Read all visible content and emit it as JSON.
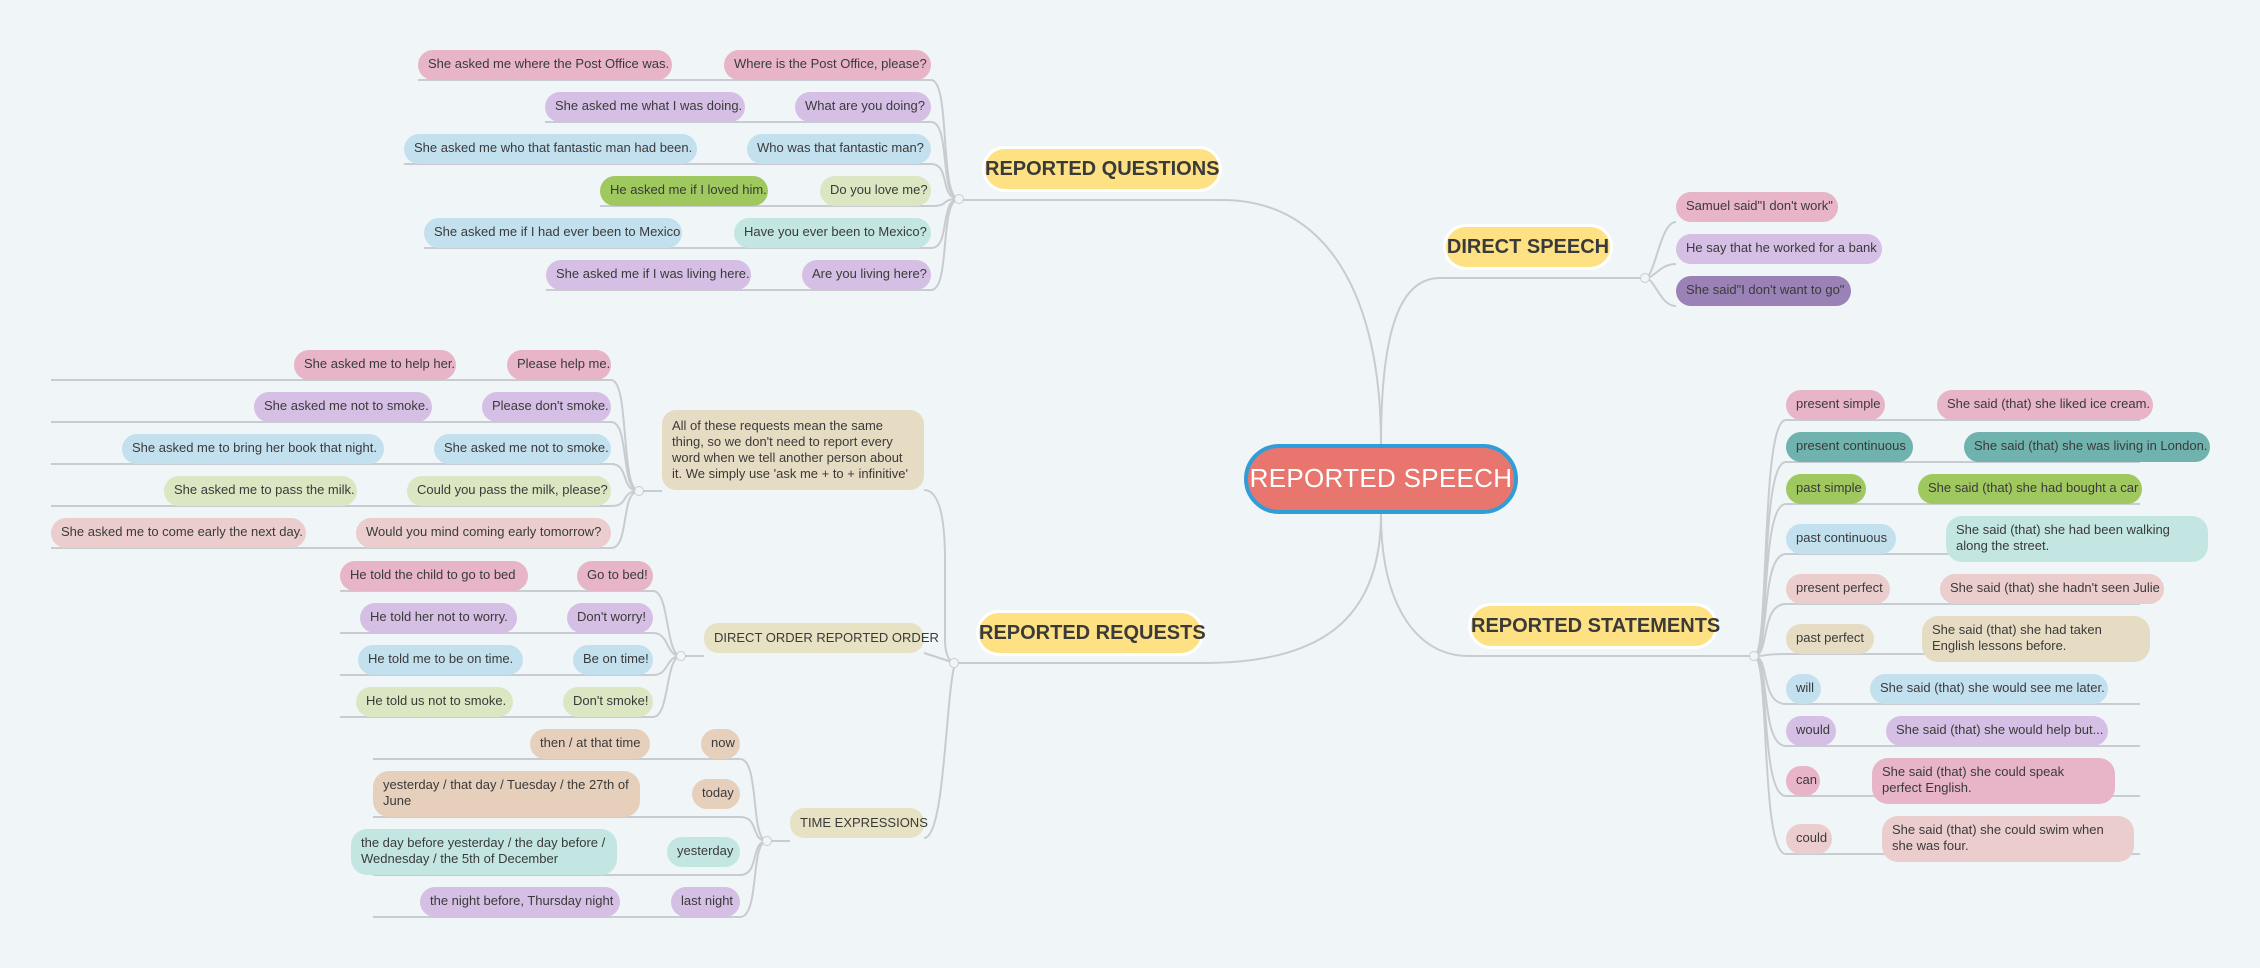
{
  "colors": {
    "pink": "#e8b4c7",
    "lavender": "#d6bfe5",
    "blue": "#c3e0ef",
    "green": "#9fc85f",
    "lightgreen": "#dbe7c3",
    "cyan": "#c3e6e3",
    "beige": "#e5dcc3",
    "tan": "#e6d0bc",
    "rose": "#ebcdcd",
    "teal": "#6fb2ae",
    "purple": "#9b82b6",
    "yellow": "#fde182",
    "root": "#e8766e",
    "rootBorder": "#2f9ed8",
    "line": "#c8ccd0",
    "bg": "#f0f5f8"
  },
  "root": {
    "label": "REPORTED SPEECH"
  },
  "branches": {
    "questions": "REPORTED QUESTIONS",
    "direct": "DIRECT SPEECH",
    "requests": "REPORTED REQUESTS",
    "statements": "REPORTED STATEMENTS"
  },
  "questions": [
    {
      "q": "Where is the Post Office, please?",
      "a": "She asked me where the Post Office was."
    },
    {
      "q": "What are you doing?",
      "a": "She asked me what I was doing."
    },
    {
      "q": "Who was that fantastic man?",
      "a": "She asked me who that fantastic man had been."
    },
    {
      "q": "Do you love me?",
      "a": "He asked me if I loved him."
    },
    {
      "q": "Have you ever been to Mexico?",
      "a": "She asked me if I had ever been to Mexico"
    },
    {
      "q": "Are you living here?",
      "a": "She asked me if I was living here."
    }
  ],
  "direct": [
    "Samuel said\"I don't work\"",
    "He say that he worked for a bank",
    "She said\"I don't want to go\""
  ],
  "requests": {
    "note": "All of these requests mean the same thing, so we don't need to report every word when we tell another person about it.    We simply use 'ask me + to + infinitive'",
    "items": [
      {
        "q": "Please help me.",
        "a": "She asked me to help her."
      },
      {
        "q": "Please don't smoke.",
        "a": "She asked me not to smoke."
      },
      {
        "q": "She asked me not to smoke.",
        "a": "She asked me to bring her book that night."
      },
      {
        "q": "Could you pass the milk, please?",
        "a": "She asked me to pass the milk."
      },
      {
        "q": "Would you mind coming early tomorrow?",
        "a": "She asked me to come early the next day."
      }
    ],
    "orderLabel": "DIRECT ORDER REPORTED ORDER",
    "orders": [
      {
        "q": "Go to bed!",
        "a": "He told the child to go to bed"
      },
      {
        "q": "Don't worry!",
        "a": "He told her not to worry."
      },
      {
        "q": "Be on time!",
        "a": "He told me to be on time."
      },
      {
        "q": "Don't smoke!",
        "a": "He told us not to smoke."
      }
    ],
    "timeLabel": "TIME EXPRESSIONS",
    "times": [
      {
        "q": "now",
        "a": "then / at that time"
      },
      {
        "q": "today",
        "a": "yesterday / that day / Tuesday / the 27th of June"
      },
      {
        "q": "yesterday",
        "a": "the day before yesterday / the day before / Wednesday / the 5th of December"
      },
      {
        "q": "last night",
        "a": "the night before, Thursday night"
      }
    ]
  },
  "statements": [
    {
      "tense": "present simple",
      "example": "She said (that) she liked ice cream."
    },
    {
      "tense": "present continuous",
      "example": "She said (that) she was living in London."
    },
    {
      "tense": "past simple",
      "example": "She said (that) she had bought a car"
    },
    {
      "tense": "past continuous",
      "example": "She said (that) she had been walking along the street."
    },
    {
      "tense": "present perfect",
      "example": "She said (that) she hadn't seen Julie"
    },
    {
      "tense": "past perfect",
      "example": "She said (that) she had taken English lessons before."
    },
    {
      "tense": "will",
      "example": "She said (that) she would see me later."
    },
    {
      "tense": "would",
      "example": "She said (that) she would help but..."
    },
    {
      "tense": "can",
      "example": "She said (that) she could speak perfect English."
    },
    {
      "tense": "could",
      "example": "She said (that) she could swim when she was four."
    }
  ]
}
